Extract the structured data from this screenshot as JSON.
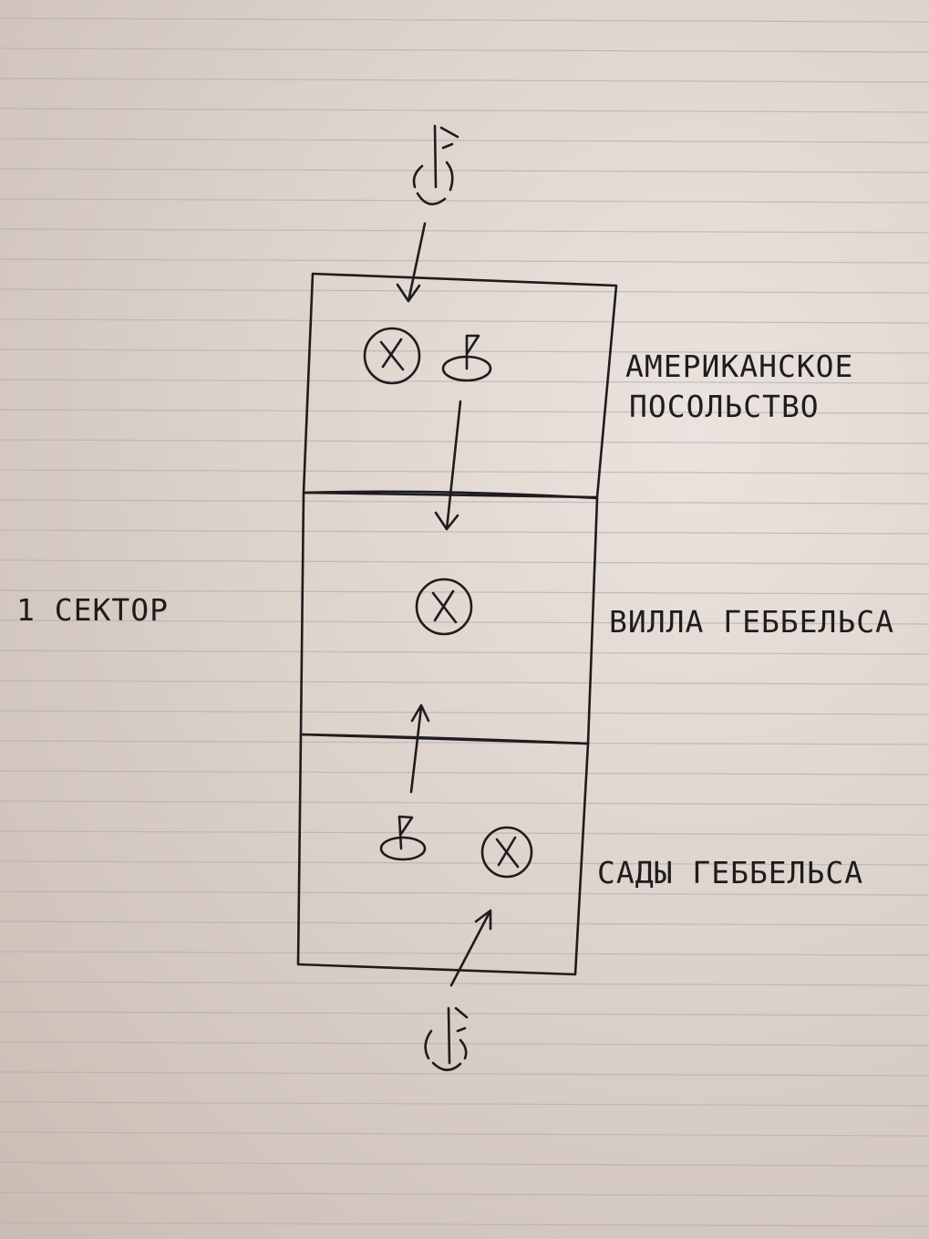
{
  "diagram": {
    "sector_label": "1 СЕКТОР",
    "zones": [
      {
        "label_line1": "АМЕРИКАНСКОЕ",
        "label_line2": "ПОСОЛЬСТВО",
        "objectives": [
          "circled-x",
          "flag"
        ]
      },
      {
        "label_line1": "ВИЛЛА ГЕББЕЛЬСА",
        "objectives": [
          "circled-x"
        ]
      },
      {
        "label_line1": "САДЫ ГЕББЕЛЬСА",
        "objectives": [
          "flag",
          "circled-x"
        ]
      }
    ],
    "icons": [
      "spawn-flag-icon",
      "circled-x-icon",
      "capture-flag-icon",
      "arrow-icon"
    ],
    "colors": {
      "ink": "#1e1c1e",
      "paper": "#ddd3cc",
      "rule": "#b5aeb0"
    }
  }
}
